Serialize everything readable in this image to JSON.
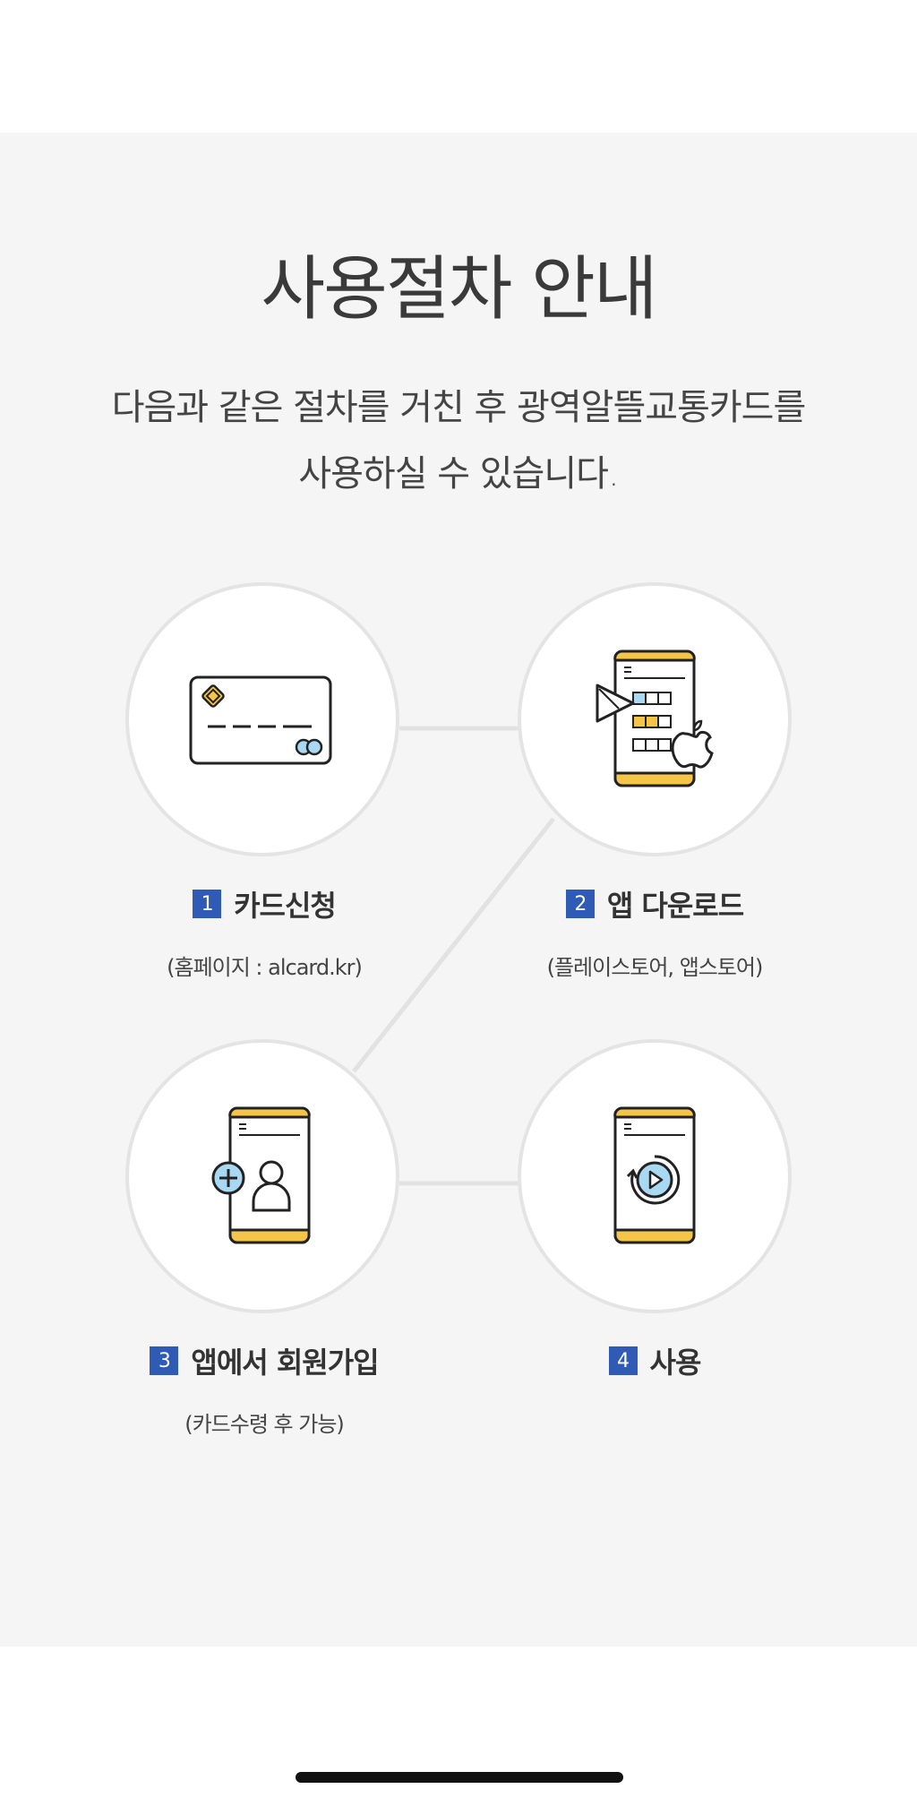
{
  "guide": {
    "title": "사용절차 안내",
    "description_line1": "다음과 같은 절차를 거친 후 광역알뜰교통카드를",
    "description_line2": "사용하실 수 있습니다."
  },
  "steps": [
    {
      "number": "1",
      "label": "카드신청",
      "sub": "(홈페이지 : alcard.kr)",
      "icon": "credit-card-icon"
    },
    {
      "number": "2",
      "label": "앱 다운로드",
      "sub": "(플레이스토어, 앱스토어)",
      "icon": "app-download-icon"
    },
    {
      "number": "3",
      "label": "앱에서 회원가입",
      "sub": "(카드수령 후 가능)",
      "icon": "member-signup-icon"
    },
    {
      "number": "4",
      "label": "사용",
      "sub": "",
      "icon": "app-use-icon"
    }
  ],
  "colors": {
    "accent_blue": "#2f5bb7",
    "icon_yellow": "#f5c54a",
    "icon_lightblue": "#a9d8f3",
    "section_bg": "#f5f5f5"
  }
}
